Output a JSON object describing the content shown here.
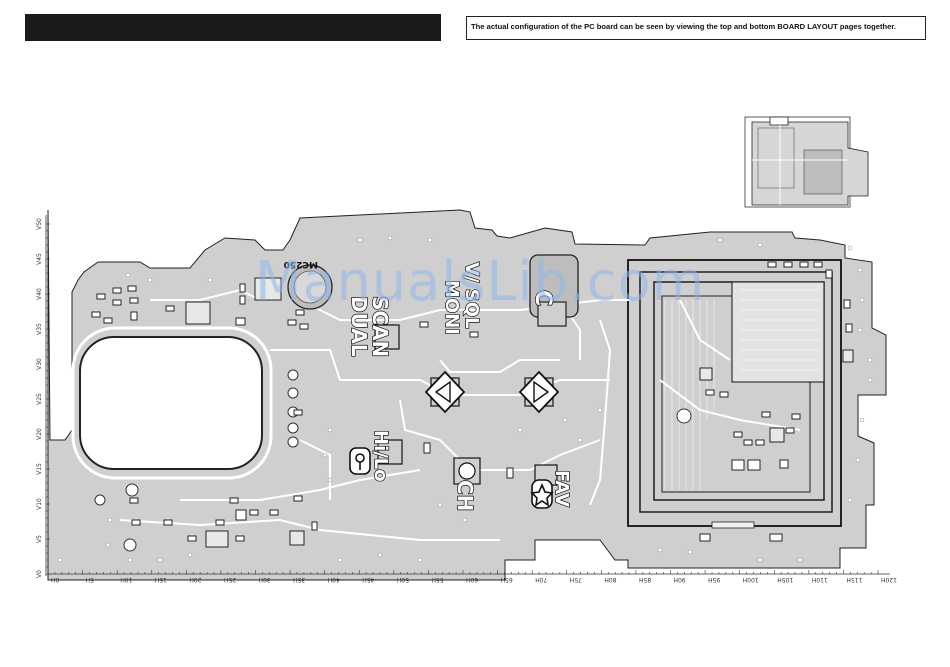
{
  "header": {
    "title": "",
    "note": "The actual configuration of the PC board can be seen by viewing the top and bottom BOARD LAYOUT pages together."
  },
  "watermark": "ManualsLib.com",
  "board": {
    "silkscreen": {
      "mic": "MC250",
      "scan": "SCAN",
      "dual": "DUAL",
      "v_sql": "V/ SQL",
      "mon": "MONI",
      "c": "C",
      "hi_lo": "Hi/Lo",
      "ch": "CH",
      "fav": "FAV"
    },
    "colors": {
      "board_fill": "#cfcfcf",
      "board_outline": "#222222",
      "trace": "#ffffff",
      "silk": "#111111",
      "watermark": "#8fb6ea"
    }
  },
  "axis": {
    "x_labels": [
      "0H",
      "5H",
      "10H",
      "15H",
      "20H",
      "25H",
      "30H",
      "35H",
      "40H",
      "45H",
      "50H",
      "55H",
      "60H",
      "65H",
      "70H",
      "75H",
      "80H",
      "85H",
      "90H",
      "95H",
      "100H",
      "105H",
      "110H",
      "115H",
      "120H"
    ],
    "y_labels": [
      "V0",
      "V5",
      "V10",
      "V15",
      "V20",
      "V25",
      "V30",
      "V35",
      "V40",
      "V45",
      "V50"
    ]
  }
}
